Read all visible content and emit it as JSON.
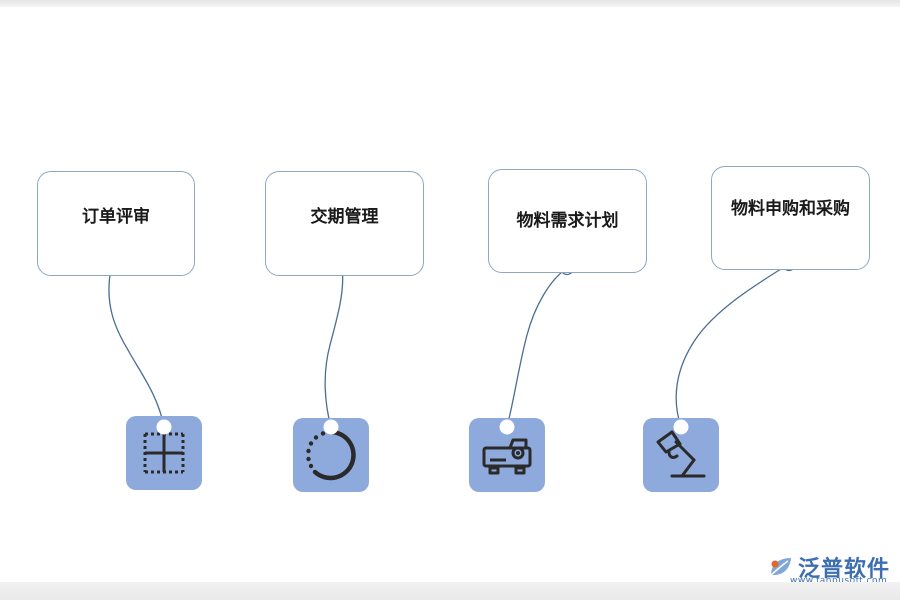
{
  "steps": [
    {
      "label": "订单评审",
      "icon": "grid-crop-icon"
    },
    {
      "label": "交期管理",
      "icon": "loading-circle-icon"
    },
    {
      "label": "物料需求计划",
      "icon": "projector-icon"
    },
    {
      "label": "物料申购和采购",
      "icon": "desk-lamp-icon"
    }
  ],
  "colors": {
    "card_border": "#8fa8c2",
    "tile_fill": "#8ea9db",
    "icon_stroke": "#2a2a2a",
    "connector": "#4a6d92",
    "logo": "#3d6fb0"
  },
  "brand": {
    "name": "泛普软件",
    "url": "www.fanpusoft.com"
  }
}
